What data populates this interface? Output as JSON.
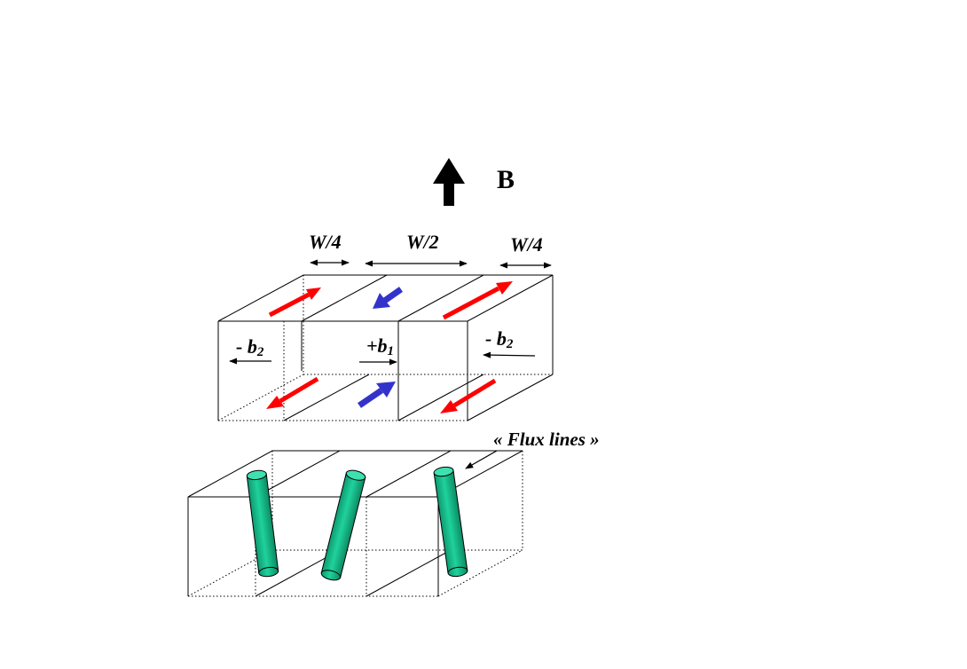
{
  "field": {
    "label": "B"
  },
  "widths": {
    "left": "W/4",
    "middle": "W/2",
    "right": "W/4"
  },
  "upper_slab": {
    "left_label": "- b",
    "left_sub": "2",
    "middle_label": "+b",
    "middle_sub": "1",
    "right_label": "- b",
    "right_sub": "2"
  },
  "flux": {
    "label": "« Flux lines »"
  },
  "colors": {
    "red_arrow": "#ff0000",
    "blue_arrow": "#3333cc",
    "flux_line": "#1abc8c",
    "outline": "#000000"
  },
  "icons": [
    "field-arrow-icon",
    "double-arrow-icon",
    "red-arrow-icon",
    "blue-arrow-icon",
    "flux-cylinder-icon"
  ]
}
